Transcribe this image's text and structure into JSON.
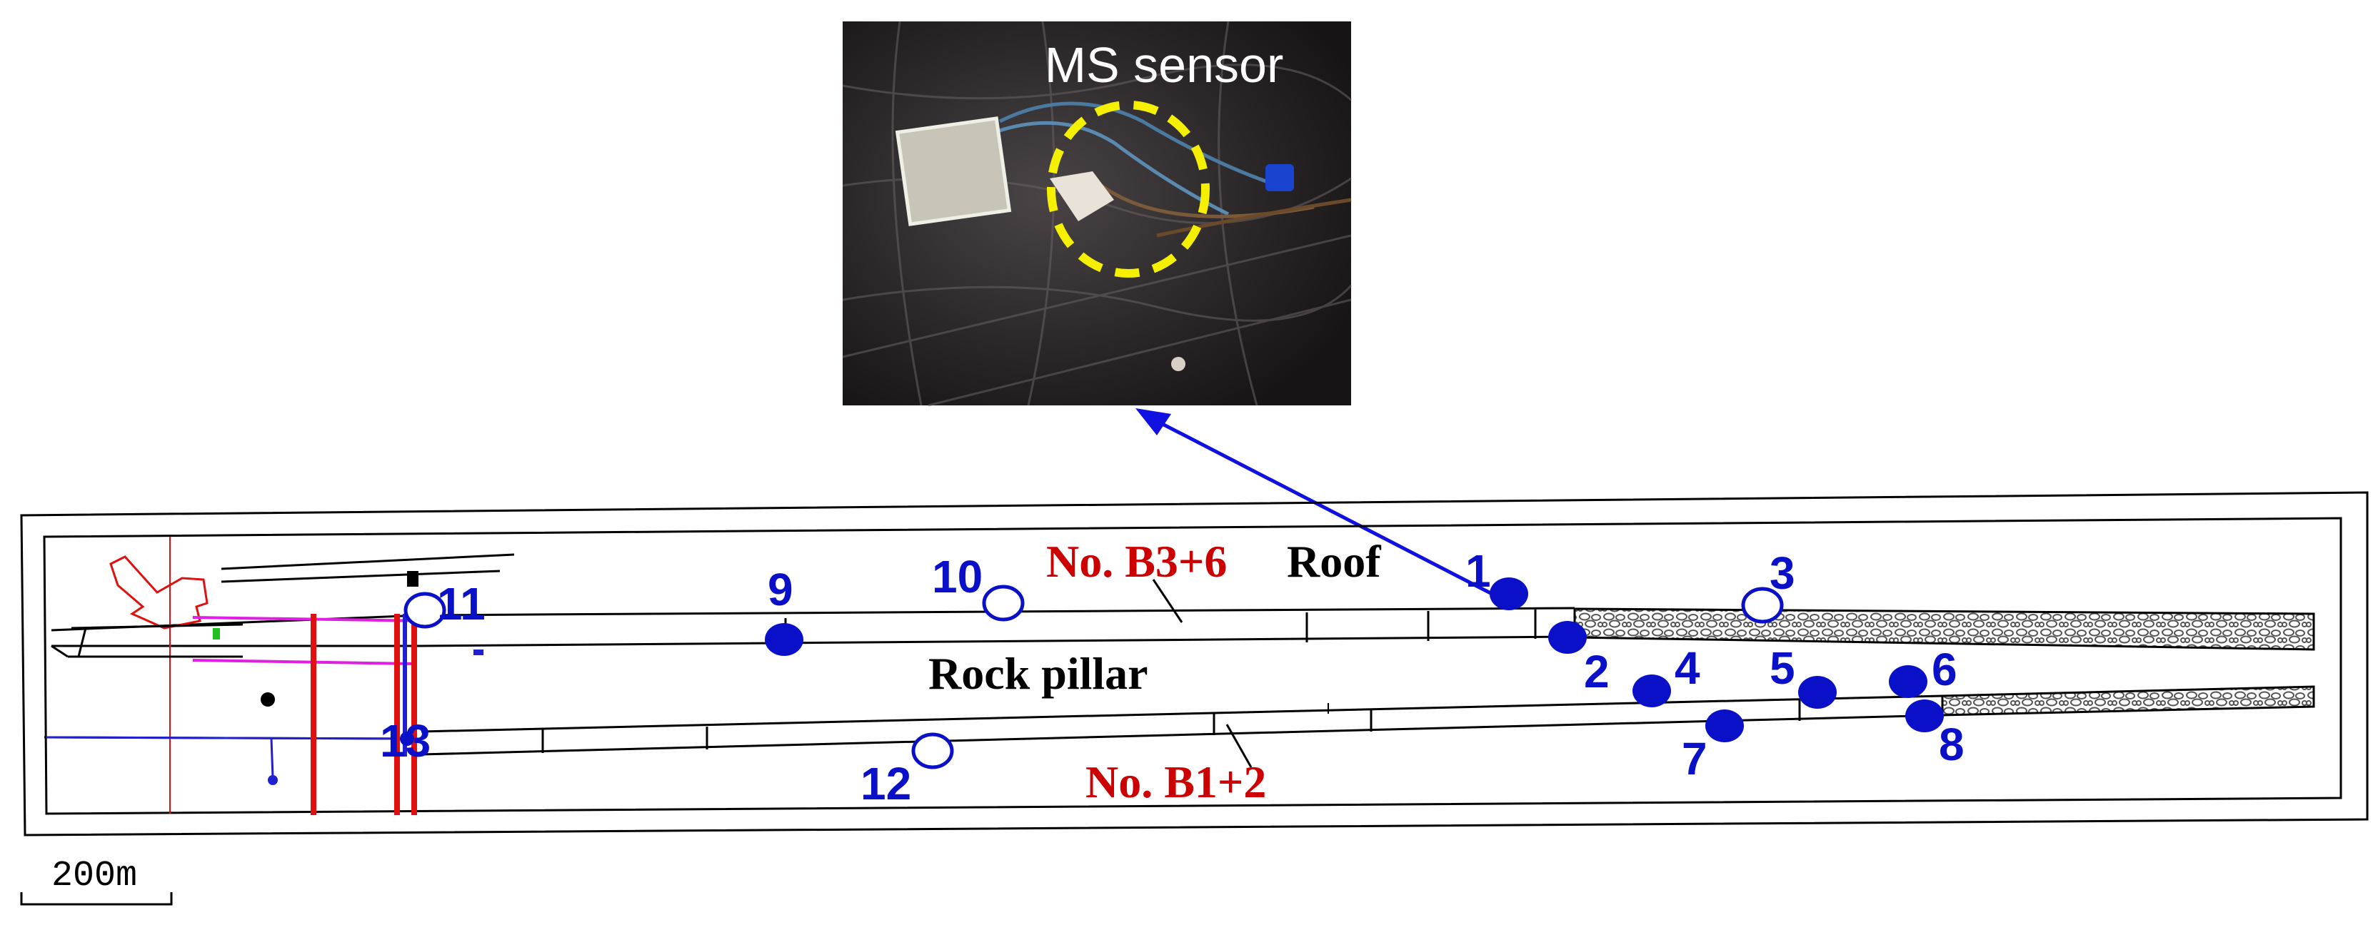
{
  "photo": {
    "label": "MS sensor",
    "highlight_color": "#f5f000",
    "background_color": "#2a2628"
  },
  "labels": {
    "roadway_b36_name": "No. B3+6",
    "roof": "Roof",
    "rock_pillar": "Rock pillar",
    "roadway_b12_name": "No. B1+2"
  },
  "scale_bar": {
    "label": "200m"
  },
  "sensors": [
    {
      "id": "1",
      "label": "1",
      "filled": true
    },
    {
      "id": "2",
      "label": "2",
      "filled": true
    },
    {
      "id": "3",
      "label": "3",
      "filled": false
    },
    {
      "id": "4",
      "label": "4",
      "filled": true
    },
    {
      "id": "5",
      "label": "5",
      "filled": true
    },
    {
      "id": "6",
      "label": "6",
      "filled": true
    },
    {
      "id": "7",
      "label": "7",
      "filled": true
    },
    {
      "id": "8",
      "label": "8",
      "filled": true
    },
    {
      "id": "9",
      "label": "9",
      "filled": true
    },
    {
      "id": "10",
      "label": "10",
      "filled": false
    },
    {
      "id": "11",
      "label": "11",
      "filled": false
    },
    {
      "id": "12",
      "label": "12",
      "filled": false
    },
    {
      "id": "13",
      "label": "13",
      "filled": true
    }
  ],
  "colors": {
    "sensor_blue": "#0a10c8",
    "name_red": "#cc0000",
    "line_black": "#000000",
    "arrow_blue": "#1010e0",
    "rail_red": "#e01010",
    "goaf_gray": "#555555"
  }
}
